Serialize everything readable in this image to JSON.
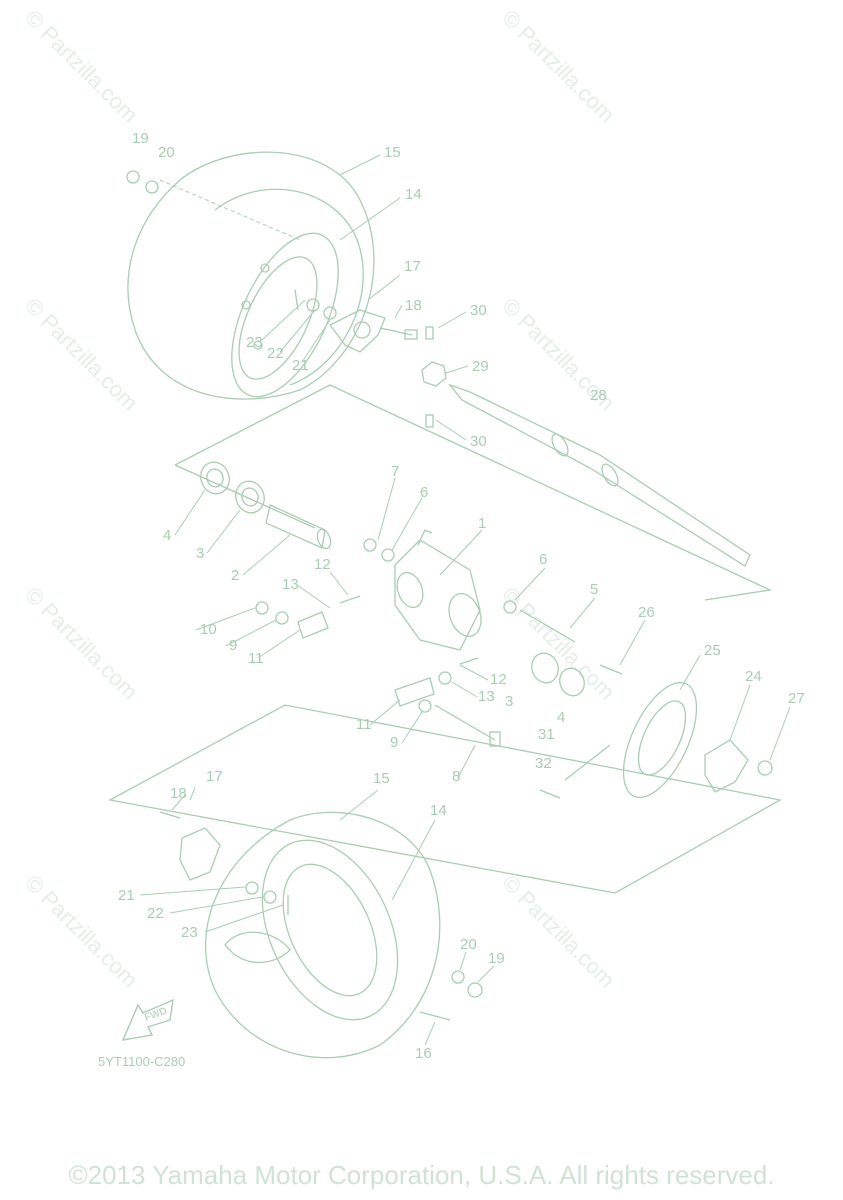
{
  "watermark": "© Partzilla.com",
  "diagram_code": "5YT1100-C280",
  "fwd_label": "FWD",
  "copyright": "©2013 Yamaha Motor Corporation, U.S.A. All rights reserved.",
  "callouts": [
    "19",
    "20",
    "15",
    "14",
    "17",
    "18",
    "23",
    "22",
    "21",
    "30",
    "29",
    "28",
    "30",
    "7",
    "6",
    "1",
    "4",
    "3",
    "2",
    "13",
    "12",
    "10",
    "9",
    "11",
    "6",
    "5",
    "26",
    "12",
    "13",
    "25",
    "24",
    "27",
    "3",
    "4",
    "11",
    "9",
    "8",
    "31",
    "32",
    "17",
    "18",
    "15",
    "14",
    "21",
    "22",
    "23",
    "20",
    "19",
    "16"
  ],
  "colors": {
    "line": "#a9cdb3",
    "watermark": "#e3eee7",
    "copyright": "#cfe2d5"
  }
}
